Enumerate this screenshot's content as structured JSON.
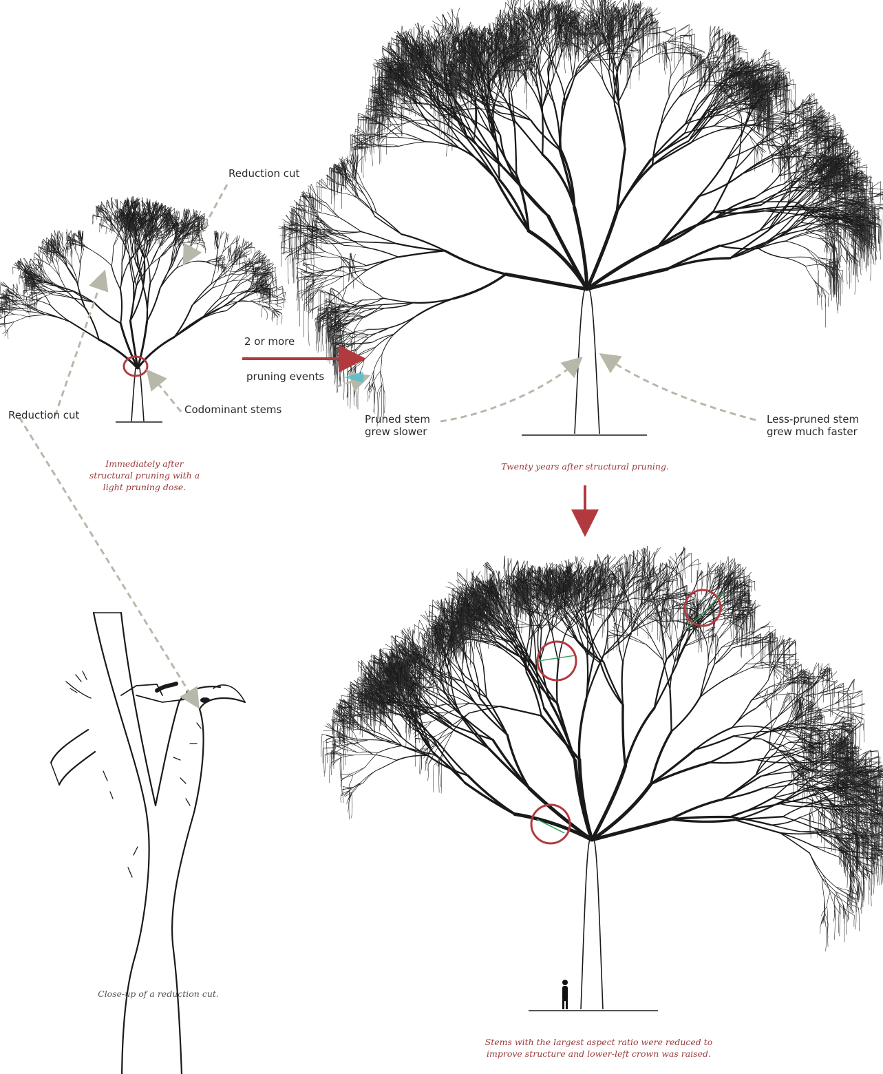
{
  "colors": {
    "ink": "#1a1a1a",
    "red": "#b23a3f",
    "dashed_arrow": "#b8b8aa",
    "caption": "#9a3a3a",
    "cyan_accent": "#3fc1d0",
    "green_accent": "#3aa860"
  },
  "labels": {
    "reduction_cut_top": "Reduction cut",
    "reduction_cut_left": "Reduction cut",
    "codominant_stems": "Codominant stems",
    "two_or_more": "2 or more",
    "pruning_events": "pruning events",
    "pruned_stem_1": "Pruned stem",
    "pruned_stem_2": "grew slower",
    "less_pruned_1": "Less-pruned stem",
    "less_pruned_2": "grew much faster"
  },
  "captions": {
    "small_tree": [
      "Immediately after",
      "structural pruning with a",
      "light pruning dose."
    ],
    "large_tree": "Twenty years after structural pruning.",
    "closeup": "Close-up of a reduction cut.",
    "final_tree": [
      "Stems with the largest aspect ratio were reduced to",
      "improve structure and lower-left crown was raised."
    ]
  },
  "icons": {
    "progress_arrow": "right-arrow-icon",
    "down_arrow": "down-arrow-icon",
    "highlight": "red-circle-icon",
    "person": "person-silhouette-icon"
  }
}
